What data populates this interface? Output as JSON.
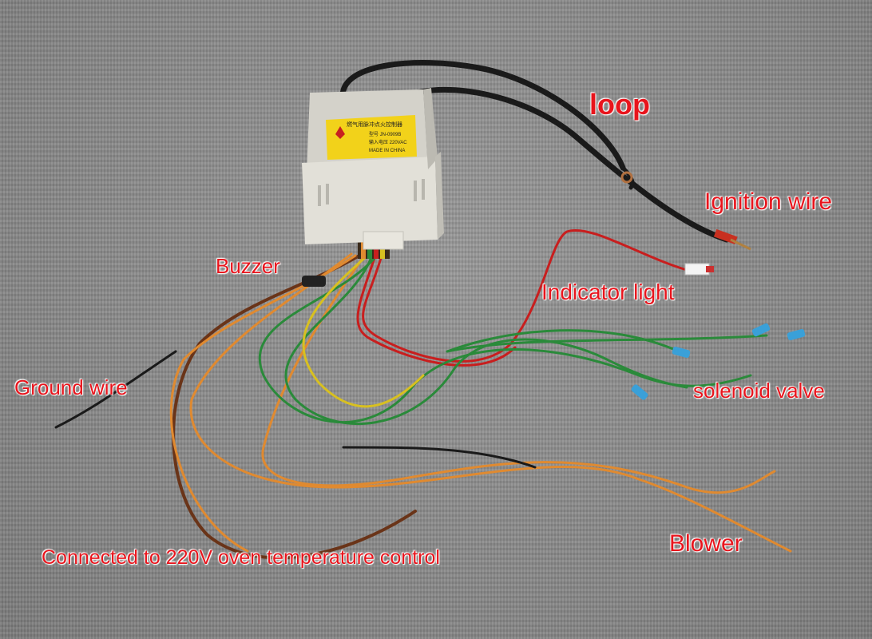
{
  "device_label": {
    "line1": "燃气用脉冲点火控制器",
    "line2": "型号 JN-0909B",
    "line3": "输入电压 220VAC",
    "line4": "MADE IN CHINA"
  },
  "annotations": {
    "loop": "loop",
    "ignition_wire": "Ignition wire",
    "buzzer": "Buzzer",
    "indicator_light": "Indicator light",
    "ground_wire": "Ground wire",
    "solenoid_valve": "solenoid valve",
    "blower": "Blower",
    "oven_control": "Connected to 220V oven temperature control"
  },
  "colors": {
    "label_text": "#e8141c",
    "wire_black": "#1a1a1a",
    "wire_red": "#c81e1e",
    "wire_green": "#2a8a3a",
    "wire_yellow": "#d8c020",
    "wire_orange": "#e08a30",
    "wire_brown": "#6a3418",
    "terminal_blue": "#3aa0d8",
    "box_body": "#dcdad2",
    "sticker": "#f2d21a"
  }
}
